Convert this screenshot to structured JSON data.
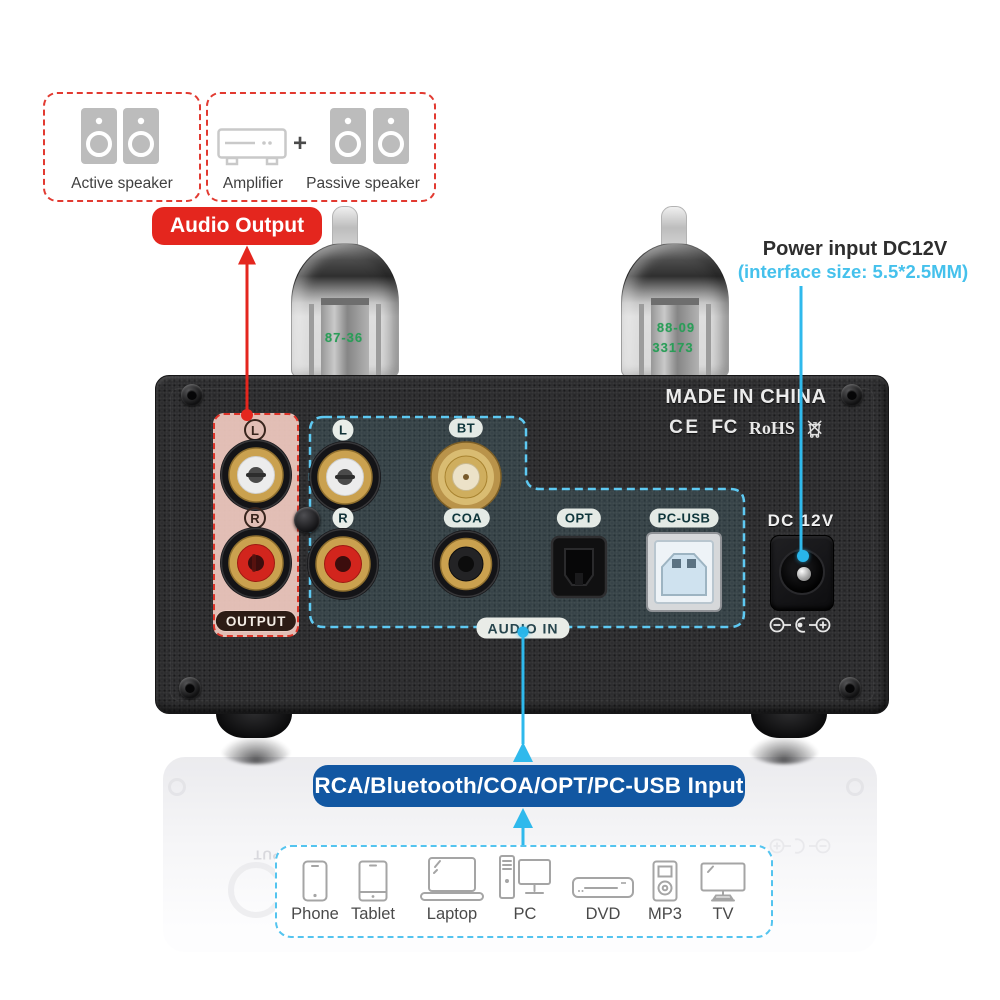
{
  "colors": {
    "red_accent": "#e4261e",
    "cyan_accent": "#45c1ec",
    "badge_blue": "#1257a2",
    "pink_panel": "#f0c9c0",
    "chassis_black": "#2c2c2e",
    "dashed_cyan": "#5ec9f2"
  },
  "legend": {
    "active_speaker_label": "Active speaker",
    "amplifier_label": "Amplifier",
    "plus_sign": "+",
    "passive_speaker_label": "Passive speaker"
  },
  "audio_output_badge": {
    "label": "Audio Output"
  },
  "power_note": {
    "line1": "Power input DC12V",
    "line2": "(interface size: 5.5*2.5MM)"
  },
  "rear_panel": {
    "made_in": "MADE IN CHINA",
    "certs": {
      "ce": "CE",
      "fcc": "FC",
      "rohs": "RoHS"
    },
    "output": {
      "left_channel": "L",
      "right_channel": "R",
      "label": "OUTPUT"
    },
    "inputs": {
      "left_channel": "L",
      "right_channel": "R",
      "bluetooth": "BT",
      "coaxial": "COA",
      "optical": "OPT",
      "usb": "PC-USB",
      "region_label": "AUDIO IN"
    },
    "power": {
      "label": "DC 12V"
    },
    "tubes": {
      "left_marking": "87-36",
      "right_marking_line1": "88-09",
      "right_marking_line2": "33173"
    }
  },
  "input_badge": {
    "label": "RCA/Bluetooth/COA/OPT/PC-USB Input"
  },
  "devices": {
    "items": [
      {
        "name": "phone",
        "label": "Phone"
      },
      {
        "name": "tablet",
        "label": "Tablet"
      },
      {
        "name": "laptop",
        "label": "Laptop"
      },
      {
        "name": "pc",
        "label": "PC"
      },
      {
        "name": "dvd",
        "label": "DVD"
      },
      {
        "name": "mp3",
        "label": "MP3"
      },
      {
        "name": "tv",
        "label": "TV"
      }
    ]
  }
}
